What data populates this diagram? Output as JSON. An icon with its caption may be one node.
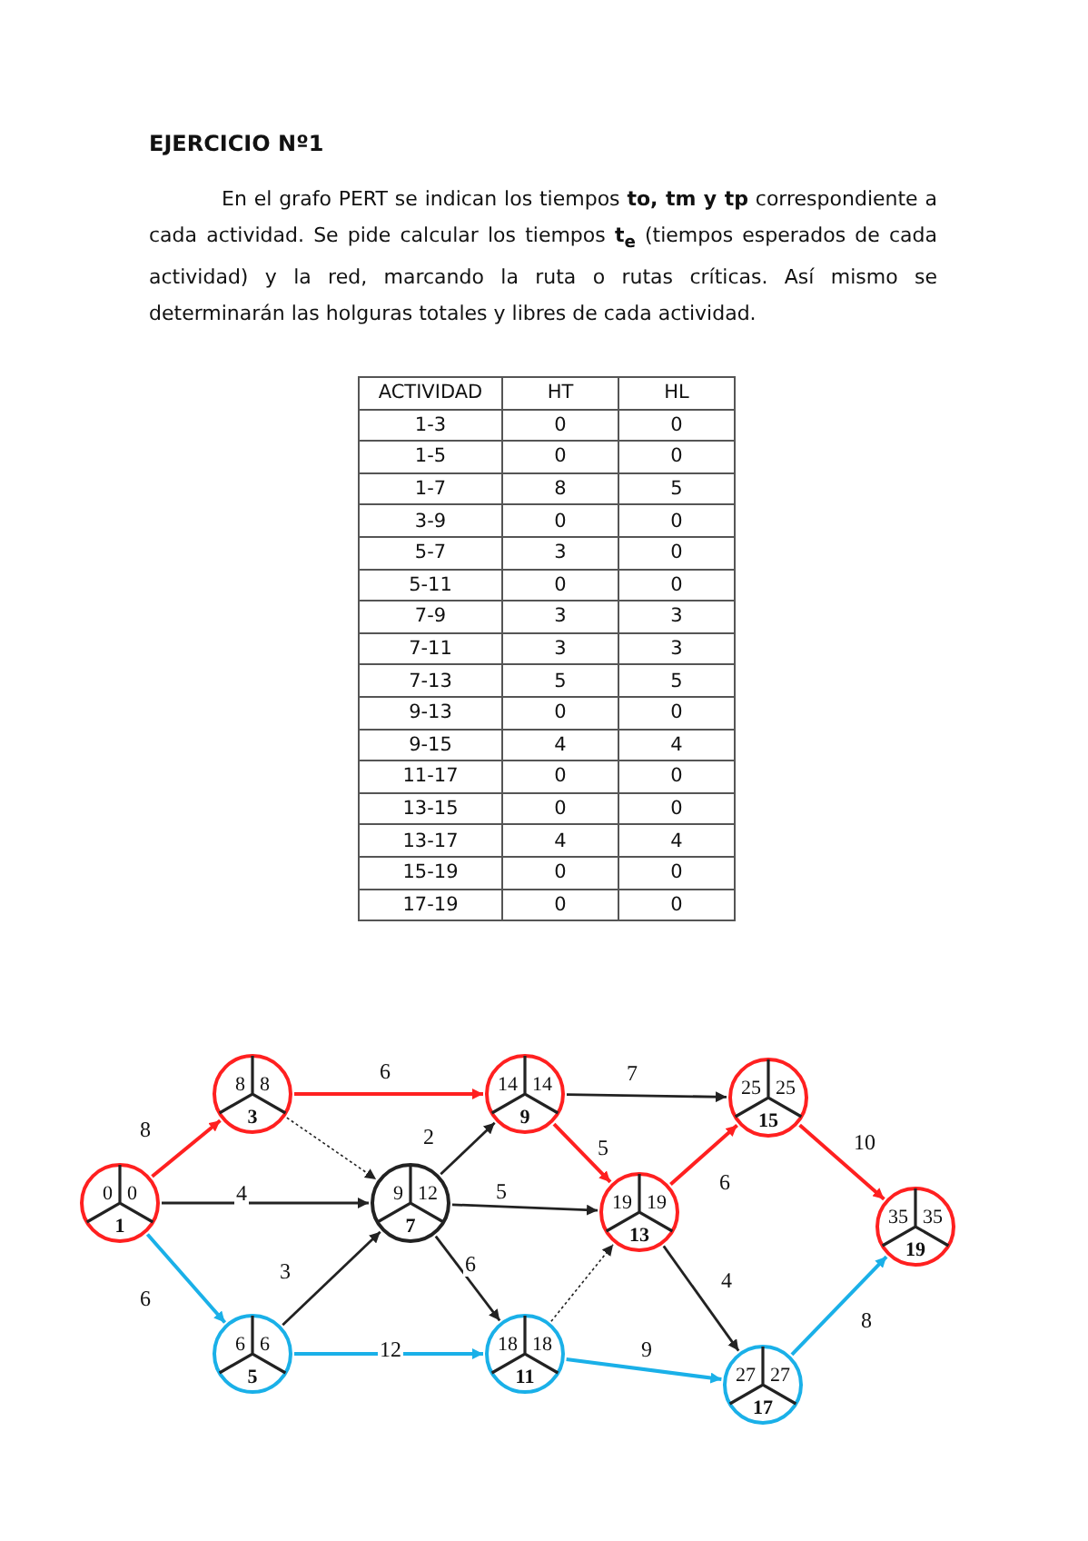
{
  "diagram": {
    "title": "EJERCICIO Nº1",
    "nodes": [
      {
        "text": [
          "0",
          "0",
          "1"
        ]
      },
      {
        "text": [
          "8",
          "8",
          "3"
        ]
      },
      {
        "text": [
          "6",
          "6",
          "5"
        ]
      },
      {
        "text": [
          "9",
          "12",
          "7"
        ]
      },
      {
        "text": [
          "14",
          "14",
          "9"
        ]
      },
      {
        "text": [
          "18",
          "18",
          "11"
        ]
      },
      {
        "text": [
          "19",
          "19",
          "13"
        ]
      },
      {
        "text": [
          "25",
          "25",
          "15"
        ]
      },
      {
        "text": [
          "27",
          "27",
          "17"
        ]
      },
      {
        "text": [
          "35",
          "35",
          "19"
        ]
      }
    ],
    "edges": [
      {
        "from": 0,
        "to": 1,
        "arrow": "to",
        "label": "8",
        "color": "#ff2020"
      },
      {
        "from": 0,
        "to": 3,
        "arrow": "to",
        "label": "4"
      },
      {
        "from": 0,
        "to": 2,
        "arrow": "to",
        "label": "6",
        "color": "#1ab0e8"
      },
      {
        "from": 1,
        "to": 4,
        "arrow": "to",
        "label": "6",
        "color": "#ff2020"
      },
      {
        "from": 1,
        "to": 3,
        "arrow": "to",
        "style": "dashed"
      },
      {
        "from": 2,
        "to": 3,
        "arrow": "to",
        "label": "3"
      },
      {
        "from": 2,
        "to": 5,
        "arrow": "to",
        "label": "12",
        "color": "#1ab0e8"
      },
      {
        "from": 3,
        "to": 4,
        "arrow": "to",
        "label": "2"
      },
      {
        "from": 3,
        "to": 6,
        "arrow": "to",
        "label": "5"
      },
      {
        "from": 3,
        "to": 5,
        "arrow": "to",
        "label": "6"
      },
      {
        "from": 4,
        "to": 7,
        "arrow": "to",
        "label": "7"
      },
      {
        "from": 4,
        "to": 6,
        "arrow": "to",
        "label": "5",
        "color": "#ff2020"
      },
      {
        "from": 5,
        "to": 6,
        "arrow": "to",
        "style": "dashed"
      },
      {
        "from": 5,
        "to": 8,
        "arrow": "to",
        "label": "9",
        "color": "#1ab0e8"
      },
      {
        "from": 6,
        "to": 7,
        "arrow": "to",
        "label": "6",
        "color": "#ff2020"
      },
      {
        "from": 6,
        "to": 8,
        "arrow": "to",
        "label": "4"
      },
      {
        "from": 7,
        "to": 9,
        "arrow": "to",
        "label": "10",
        "color": "#ff2020"
      },
      {
        "from": 8,
        "to": 9,
        "arrow": "to",
        "label": "8",
        "color": "#1ab0e8"
      }
    ],
    "labels": [
      "En el grafo PERT se indican los tiempos **to, tm y tp** correspondiente a cada actividad. Se pide calcular los tiempos **t$_{e}$** (tiempos esperados de cada actividad) y la red, marcando la ruta o rutas críticas. Así mismo se determinarán las holguras totales y libres de cada actividad.",
      "ACTIVIDAD",
      "HT",
      "HL",
      "1-3",
      "0",
      "0",
      "1-5",
      "0",
      "0",
      "1-7",
      "8",
      "5",
      "3-9",
      "0",
      "0",
      "5-7",
      "3",
      "0",
      "5-11",
      "0",
      "0",
      "7-9",
      "3",
      "3",
      "7-11",
      "3",
      "3",
      "7-13",
      "5",
      "5",
      "9-13",
      "0",
      "0",
      "9-15",
      "4",
      "4",
      "11-17",
      "0",
      "0",
      "13-15",
      "0",
      "0",
      "13-17",
      "4",
      "4",
      "15-19",
      "0",
      "0",
      "17-19",
      "0",
      "0"
    ]
  }
}
